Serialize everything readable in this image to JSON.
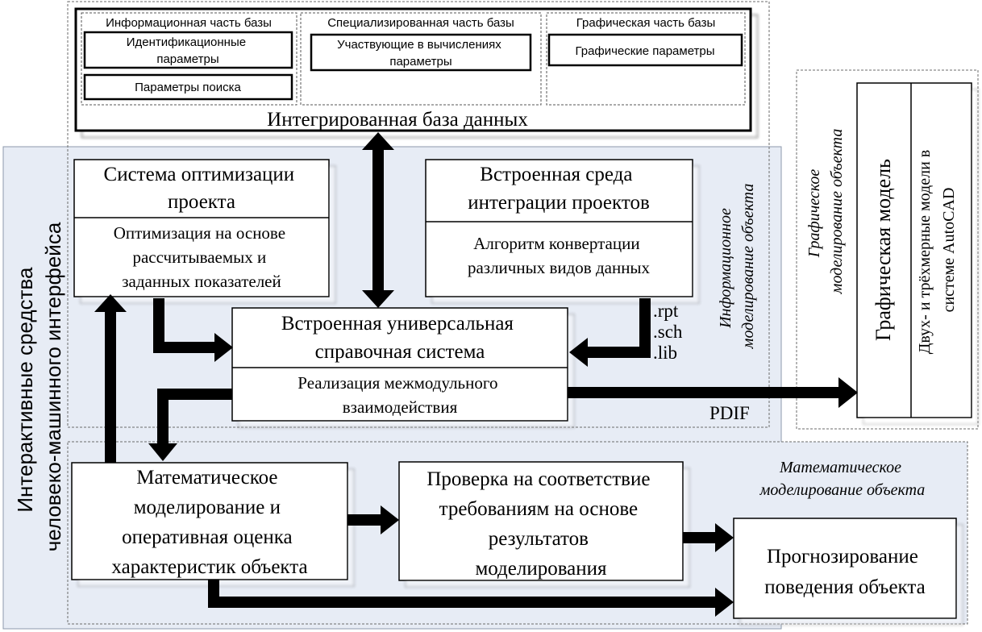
{
  "database": {
    "title": "Интегрированная база данных",
    "info_part": {
      "title": "Информационная часть базы",
      "items": [
        "Идентификационные параметры",
        "Параметры поиска"
      ]
    },
    "special_part": {
      "title": "Специализированная часть базы",
      "items": [
        "Участвующие в вычислениях параметры"
      ]
    },
    "graphic_part": {
      "title": "Графическая часть базы",
      "items": [
        "Графические параметры"
      ]
    }
  },
  "interactive_region_label": "Интерактивные средства человеко-машинного интерфейса",
  "info_modeling_label": "Информационное моделирование объекта",
  "graphic_modeling_label": "Графическое моделирование объекта",
  "math_modeling_label": "Математическое моделирование объекта",
  "optimization": {
    "title": "Система оптимизации проекта",
    "body": "Оптимизация на основе рассчитываемых и заданных показателей"
  },
  "integration": {
    "title": "Встроенная среда интеграции проектов",
    "body": "Алгоритм конвертации различных видов данных"
  },
  "reference": {
    "title": "Встроенная универсальная справочная система",
    "body": "Реализация межмодульного взаимодействия"
  },
  "file_formats": [
    ".rpt",
    ".sch",
    ".lib"
  ],
  "pdif_label": "PDIF",
  "graphic_model": {
    "title": "Графическая модель",
    "body": "Двух- и трёхмерные модели в системе AutoCAD"
  },
  "math_model_box": "Математическое моделирование и оперативная оценка характеристик объекта",
  "verification_box": "Проверка на соответствие требованиям на основе результатов моделирования",
  "forecast_box": "Прогнозирование поведения объекта"
}
